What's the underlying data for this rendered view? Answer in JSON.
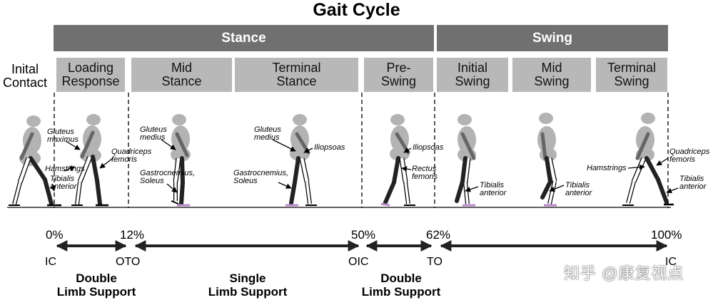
{
  "title": "Gait Cycle",
  "bands": {
    "stance": "Stance",
    "swing": "Swing"
  },
  "initial_contact_label": "Inital\nContact",
  "phases": [
    "Loading\nResponse",
    "Mid\nStance",
    "Terminal\nStance",
    "Pre-\nSwing",
    "Initial\nSwing",
    "Mid\nSwing",
    "Terminal\nSwing"
  ],
  "muscles": {
    "gluteus_maximus": "Gluteus\nmaximus",
    "hamstrings_1": "Hamstrings",
    "tibialis_anterior_1": "Tibialis\nanterior",
    "quadriceps_femoris_1": "Quadriceps\nfemoris",
    "gluteus_medius_1": "Gluteus\nmedius",
    "gastrocnemius_soleus_1": "Gastrocnemius,\nSoleus",
    "gluteus_medius_2": "Gluteus\nmedius",
    "iliopsoas_1": "Iliopsoas",
    "gastrocnemius_soleus_2": "Gastrocnemius,\nSoleus",
    "iliopsoas_2": "Iliopsoas",
    "rectus_femoris": "Rectus\nfemoris",
    "tibialis_anterior_2": "Tibialis\nanterior",
    "tibialis_anterior_3": "Tibialis\nanterior",
    "hamstrings_2": "Hamstrings",
    "quadriceps_femoris_2": "Quadriceps\nfemoris",
    "tibialis_anterior_4": "Tibialis\nanterior"
  },
  "percentages": [
    "0%",
    "12%",
    "50%",
    "62%",
    "100%"
  ],
  "events": [
    "IC",
    "OTO",
    "OIC",
    "TO",
    "IC"
  ],
  "support_labels": [
    "Double\nLimb Support",
    "Single\nLimb Support",
    "Double\nLimb Support"
  ],
  "watermark": "知乎 @康复视点",
  "colors": {
    "band": "#707070",
    "phase_box": "#b8b8b8",
    "body_gray": "#b3b3b3",
    "active_limb": "#222222",
    "foot_highlight": "#b98ac9"
  }
}
